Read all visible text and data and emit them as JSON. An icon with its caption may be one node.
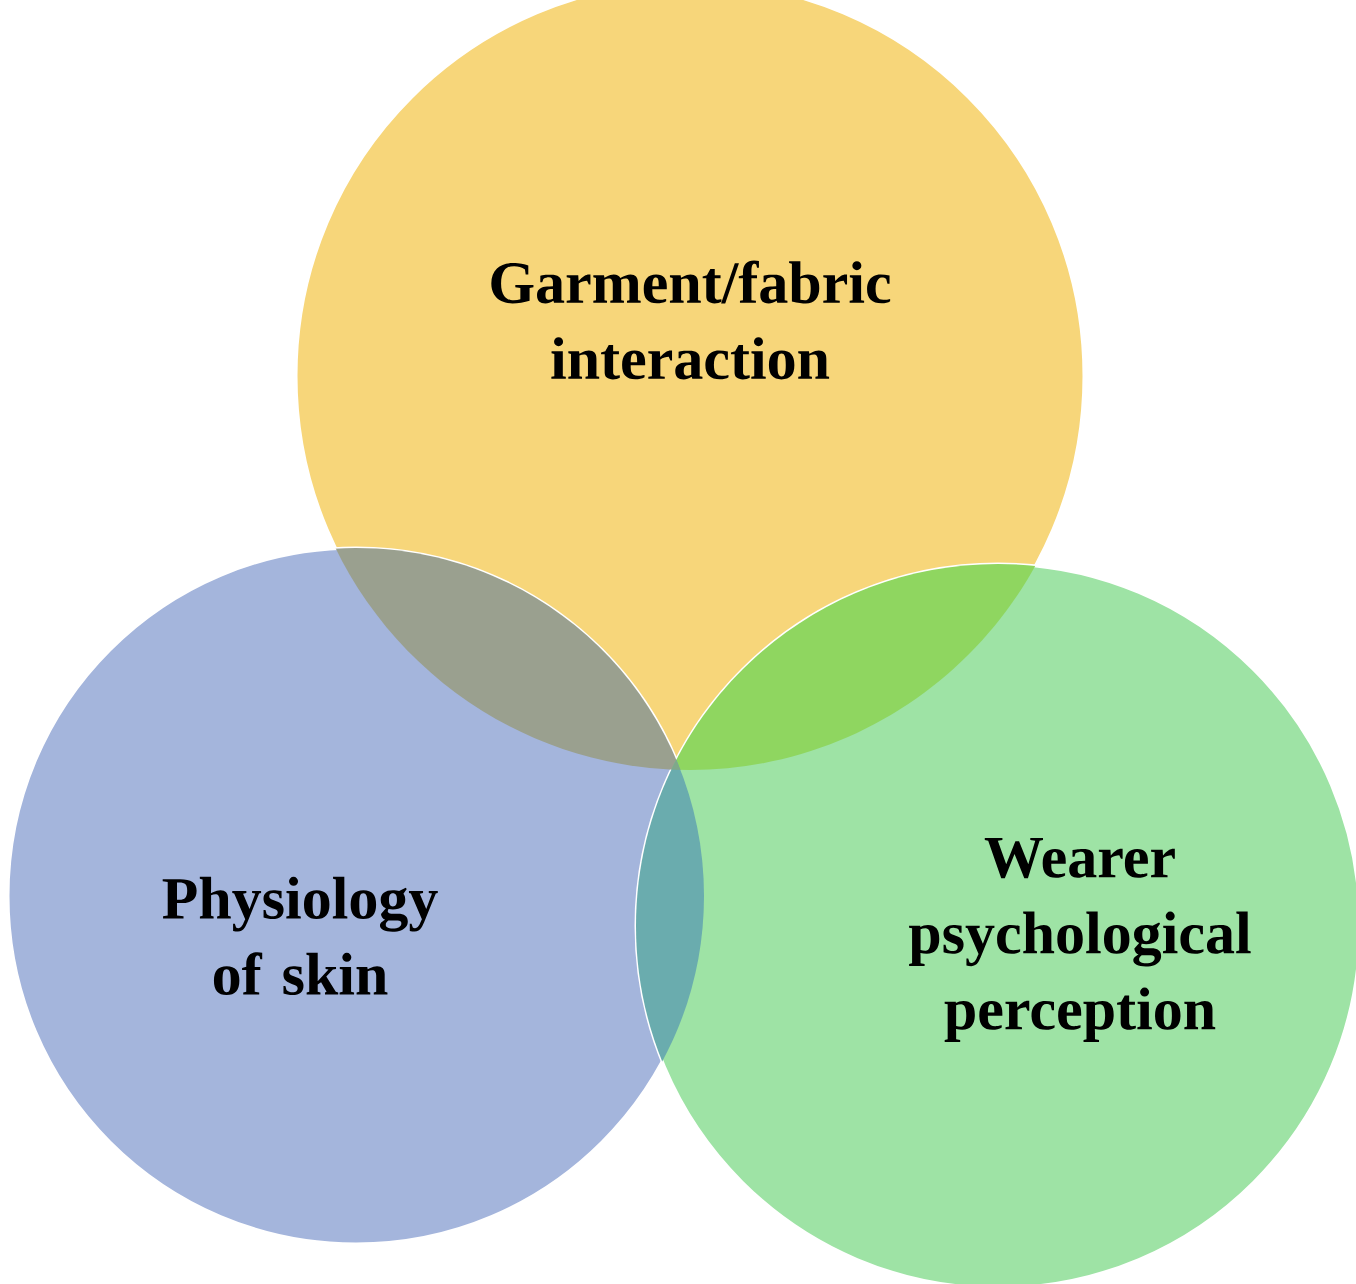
{
  "diagram": {
    "nodes": [
      {
        "text": [
          "Garment/fabric interaction"
        ]
      },
      {
        "text": [
          "Physiology of skin"
        ]
      },
      {
        "text": [
          "Wearer psychological perception"
        ]
      }
    ]
  }
}
